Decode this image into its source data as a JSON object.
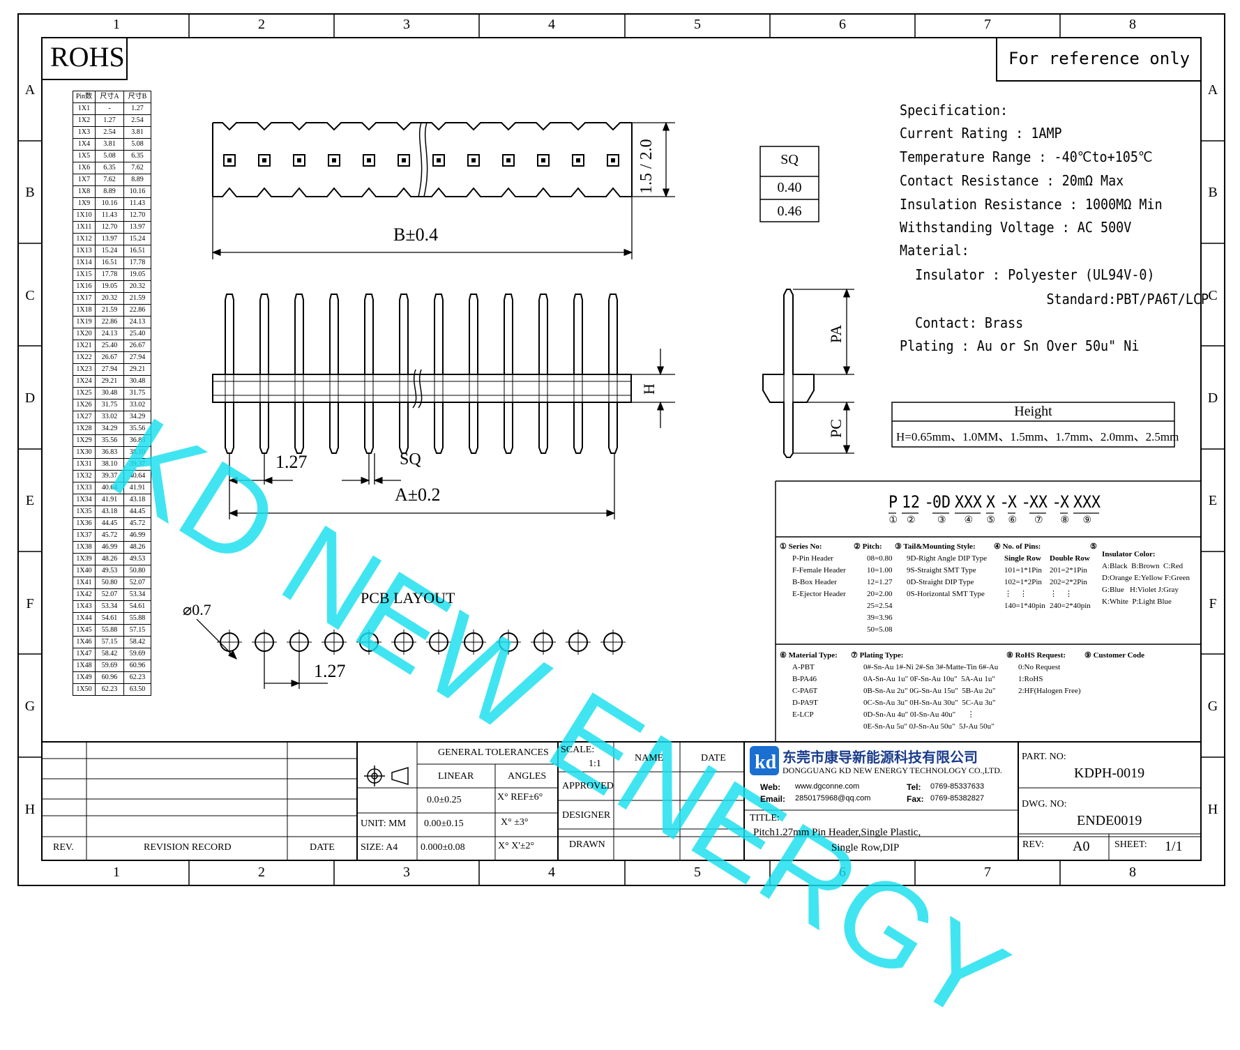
{
  "zones": {
    "columns": [
      "1",
      "2",
      "3",
      "4",
      "5",
      "6",
      "7",
      "8"
    ],
    "rows": [
      "A",
      "B",
      "C",
      "D",
      "E",
      "F",
      "G",
      "H"
    ]
  },
  "rohs_label": "ROHS",
  "reference_label": "For reference only",
  "watermark": "KD NEW ENERGY",
  "pin_table": {
    "headers": [
      "Pin数",
      "尺寸A",
      "尺寸B"
    ],
    "rows": [
      [
        "1X1",
        "-",
        "1.27"
      ],
      [
        "1X2",
        "1.27",
        "2.54"
      ],
      [
        "1X3",
        "2.54",
        "3.81"
      ],
      [
        "1X4",
        "3.81",
        "5.08"
      ],
      [
        "1X5",
        "5.08",
        "6.35"
      ],
      [
        "1X6",
        "6.35",
        "7.62"
      ],
      [
        "1X7",
        "7.62",
        "8.89"
      ],
      [
        "1X8",
        "8.89",
        "10.16"
      ],
      [
        "1X9",
        "10.16",
        "11.43"
      ],
      [
        "1X10",
        "11.43",
        "12.70"
      ],
      [
        "1X11",
        "12.70",
        "13.97"
      ],
      [
        "1X12",
        "13.97",
        "15.24"
      ],
      [
        "1X13",
        "15.24",
        "16.51"
      ],
      [
        "1X14",
        "16.51",
        "17.78"
      ],
      [
        "1X15",
        "17.78",
        "19.05"
      ],
      [
        "1X16",
        "19.05",
        "20.32"
      ],
      [
        "1X17",
        "20.32",
        "21.59"
      ],
      [
        "1X18",
        "21.59",
        "22.86"
      ],
      [
        "1X19",
        "22.86",
        "24.13"
      ],
      [
        "1X20",
        "24.13",
        "25.40"
      ],
      [
        "1X21",
        "25.40",
        "26.67"
      ],
      [
        "1X22",
        "26.67",
        "27.94"
      ],
      [
        "1X23",
        "27.94",
        "29.21"
      ],
      [
        "1X24",
        "29.21",
        "30.48"
      ],
      [
        "1X25",
        "30.48",
        "31.75"
      ],
      [
        "1X26",
        "31.75",
        "33.02"
      ],
      [
        "1X27",
        "33.02",
        "34.29"
      ],
      [
        "1X28",
        "34.29",
        "35.56"
      ],
      [
        "1X29",
        "35.56",
        "36.83"
      ],
      [
        "1X30",
        "36.83",
        "38.10"
      ],
      [
        "1X31",
        "38.10",
        "39.37"
      ],
      [
        "1X32",
        "39.37",
        "40.64"
      ],
      [
        "1X33",
        "40.64",
        "41.91"
      ],
      [
        "1X34",
        "41.91",
        "43.18"
      ],
      [
        "1X35",
        "43.18",
        "44.45"
      ],
      [
        "1X36",
        "44.45",
        "45.72"
      ],
      [
        "1X37",
        "45.72",
        "46.99"
      ],
      [
        "1X38",
        "46.99",
        "48.26"
      ],
      [
        "1X39",
        "48.26",
        "49.53"
      ],
      [
        "1X40",
        "49.53",
        "50.80"
      ],
      [
        "1X41",
        "50.80",
        "52.07"
      ],
      [
        "1X42",
        "52.07",
        "53.34"
      ],
      [
        "1X43",
        "53.34",
        "54.61"
      ],
      [
        "1X44",
        "54.61",
        "55.88"
      ],
      [
        "1X45",
        "55.88",
        "57.15"
      ],
      [
        "1X46",
        "57.15",
        "58.42"
      ],
      [
        "1X47",
        "58.42",
        "59.69"
      ],
      [
        "1X48",
        "59.69",
        "60.96"
      ],
      [
        "1X49",
        "60.96",
        "62.23"
      ],
      [
        "1X50",
        "62.23",
        "63.50"
      ]
    ]
  },
  "drawing": {
    "dim_b": "B±0.4",
    "dim_height_top": "1.5 / 2.0",
    "dim_a": "A±0.2",
    "dim_pitch": "1.27",
    "dim_sq": "SQ",
    "dim_h": "H",
    "dim_pa": "PA",
    "dim_pc": "PC",
    "pcb_layout": "PCB LAYOUT",
    "pcb_hole": "⌀0.7",
    "pcb_pitch": "1.27"
  },
  "sq_table": {
    "header": "SQ",
    "values": [
      "0.40",
      "0.46"
    ]
  },
  "specification": [
    "Specification:",
    "Current Rating : 1AMP",
    "Temperature Range : -40℃to+105℃",
    "Contact Resistance : 20mΩ Max",
    "Insulation Resistance : 1000MΩ Min",
    "Withstanding Voltage : AC 500V",
    "Material:",
    "  Insulator : Polyester (UL94V-0)",
    "                   Standard:PBT/PA6T/LCP",
    "  Contact: Brass",
    "Plating : Au or Sn Over 50u\" Ni"
  ],
  "height_table": {
    "header": "Height",
    "value": "H=0.65mm、1.0MM、1.5mm、1.7mm、2.0mm、2.5mm"
  },
  "part_code": {
    "segments": [
      "P",
      "12",
      "0D",
      "XXX",
      "X",
      "X",
      "XX",
      "X",
      "XXX"
    ],
    "separators": [
      "",
      "",
      "-",
      "",
      "",
      "-",
      "-",
      "-",
      ""
    ],
    "numbers": [
      "①",
      "②",
      "③",
      "④",
      "⑤",
      "⑥",
      "⑦",
      "⑧",
      "⑨"
    ]
  },
  "legend": {
    "series": {
      "title": "① Series No:",
      "items": [
        "P-Pin Header",
        "F-Female Header",
        "B-Box Header",
        "E-Ejector Header"
      ]
    },
    "pitch": {
      "title": "② Pitch:",
      "items": [
        "08=0.80",
        "10=1.00",
        "12=1.27",
        "20=2.00",
        "25=2.54",
        "39=3.96",
        "50=5.08"
      ]
    },
    "mounting": {
      "title": "③ Tail&Mounting Style:",
      "items": [
        "9D-Right Angle DIP Type",
        "9S-Straight SMT Type",
        "0D-Straight DIP Type",
        "0S-Horizontal SMT Type"
      ]
    },
    "pins": {
      "title": "④ No. of Pins:",
      "single_header": "Single Row",
      "double_header": "Double Row",
      "single": [
        "101=1*1Pin",
        "102=1*2Pin",
        "⋮    ⋮",
        "140=1*40pin"
      ],
      "double": [
        "201=2*1Pin",
        "202=2*2Pin",
        "⋮    ⋮",
        "240=2*40pin"
      ]
    },
    "color": {
      "title": "⑤",
      "subtitle": "Insulator Color:",
      "items": [
        "A:Black  B:Brown  C:Red",
        "D:Orange E:Yellow F:Green",
        "G:Blue   H:Violet J:Gray",
        "K:White  P:Light Blue"
      ]
    },
    "material": {
      "title": "⑥ Material Type:",
      "items": [
        "A-PBT",
        "B-PA46",
        "C-PA6T",
        "D-PA9T",
        "E-LCP"
      ]
    },
    "plating": {
      "title": "⑦ Plating Type:",
      "items": [
        "0#-Sn-Au 1#-Ni 2#-Sn 3#-Matte-Tin 6#-Au",
        "0A-Sn-Au 1u\" 0F-Sn-Au 10u\"  5A-Au 1u\"",
        "0B-Sn-Au 2u\" 0G-Sn-Au 15u\"  5B-Au 2u\"",
        "0C-Sn-Au 3u\" 0H-Sn-Au 30u\"  5C-Au 3u\"",
        "0D-Sn-Au 4u\" 0I-Sn-Au 40u\"      ⋮",
        "0E-Sn-Au 5u\" 0J-Sn-Au 50u\"  5J-Au 50u\""
      ]
    },
    "rohs": {
      "title": "⑧ RoHS Request:",
      "items": [
        "0:No Request",
        "1:RoHS",
        "2:HF(Halogen Free)"
      ]
    },
    "customer": {
      "title": "⑨ Customer Code"
    }
  },
  "title_block": {
    "general_tolerances": "GENERAL TOLERANCES",
    "linear": "LINEAR",
    "angles": "ANGLES",
    "tol_rows": [
      [
        "0.0±0.25",
        "X° REF±6°"
      ],
      [
        "0.00±0.15",
        "X° ±3°"
      ],
      [
        "0.000±0.08",
        "X° X'±2°"
      ]
    ],
    "unit": "UNIT: MM",
    "size": "SIZE: A4",
    "scale_label": "SCALE:",
    "scale_value": "1:1",
    "name": "NAME",
    "date": "DATE",
    "approved": "APPROVED",
    "designer": "DESIGNER",
    "drawn": "DRAWN",
    "rev": "REV.",
    "revision_record": "REVISION RECORD",
    "rev_date": "DATE",
    "company_cn": "东莞市康导新能源科技有限公司",
    "company_en": "DONGGUANG KD NEW ENERGY TECHNOLOGY CO.,LTD.",
    "web_label": "Web:",
    "web": "www.dgconne.com",
    "tel_label": "Tel:",
    "tel": "0769-85337633",
    "email_label": "Email:",
    "email": "2850175968@qq.com",
    "fax_label": "Fax:",
    "fax": "0769-85382827",
    "title_label": "TITLE:",
    "title_line1": "Pitch1.27mm Pin Header,Single Plastic,",
    "title_line2": "Single Row,DIP",
    "part_no_label": "PART. NO:",
    "part_no": "KDPH-0019",
    "dwg_no_label": "DWG. NO:",
    "dwg_no": "ENDE0019",
    "rev_label": "REV:",
    "rev_value": "A0",
    "sheet_label": "SHEET:",
    "sheet_value": "1/1"
  },
  "colors": {
    "watermark": "#18e0ef",
    "logo_blue": "#1a6fd0",
    "line": "#000000"
  }
}
